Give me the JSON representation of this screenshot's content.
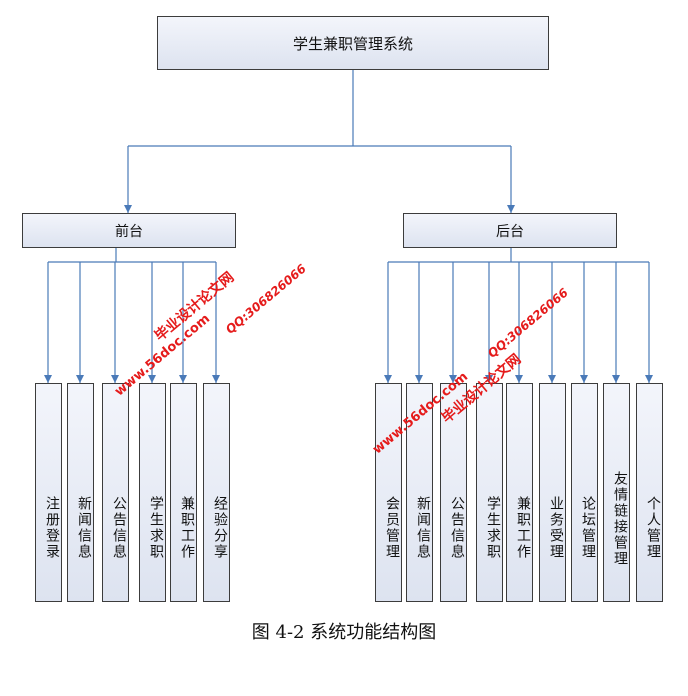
{
  "diagram": {
    "root": "学生兼职管理系统",
    "front": {
      "label": "前台",
      "items": [
        "注册登录",
        "新闻信息",
        "公告信息",
        "学生求职",
        "兼职工作",
        "经验分享"
      ]
    },
    "back": {
      "label": "后台",
      "items": [
        "会员管理",
        "新闻信息",
        "公告信息",
        "学生求职",
        "兼职工作",
        "业务受理",
        "论坛管理",
        "友情链接管理",
        "个人管理"
      ]
    }
  },
  "caption": "图 4-2 系统功能结构图",
  "watermark": {
    "site_name": "毕业设计论文网",
    "url": "www.56doc.com",
    "qq": "QQ:306826066"
  },
  "colors": {
    "line": "#4a7ab8",
    "box_border": "#3c3c3c",
    "watermark": "#e51b1b"
  }
}
